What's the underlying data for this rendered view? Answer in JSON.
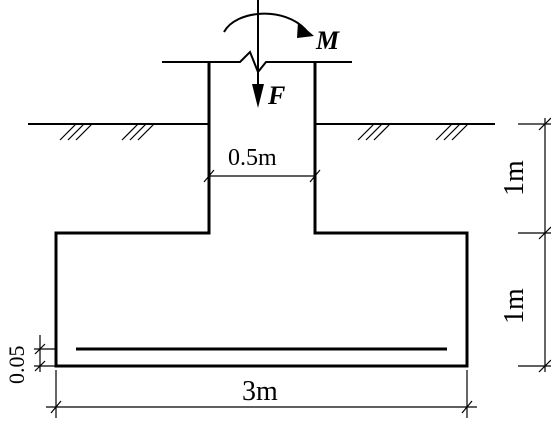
{
  "labels": {
    "moment": "M",
    "force": "F",
    "column_width": "0.5m",
    "base_width": "3m",
    "upper_height": "1m",
    "lower_height": "1m",
    "cover": "0.05"
  }
}
